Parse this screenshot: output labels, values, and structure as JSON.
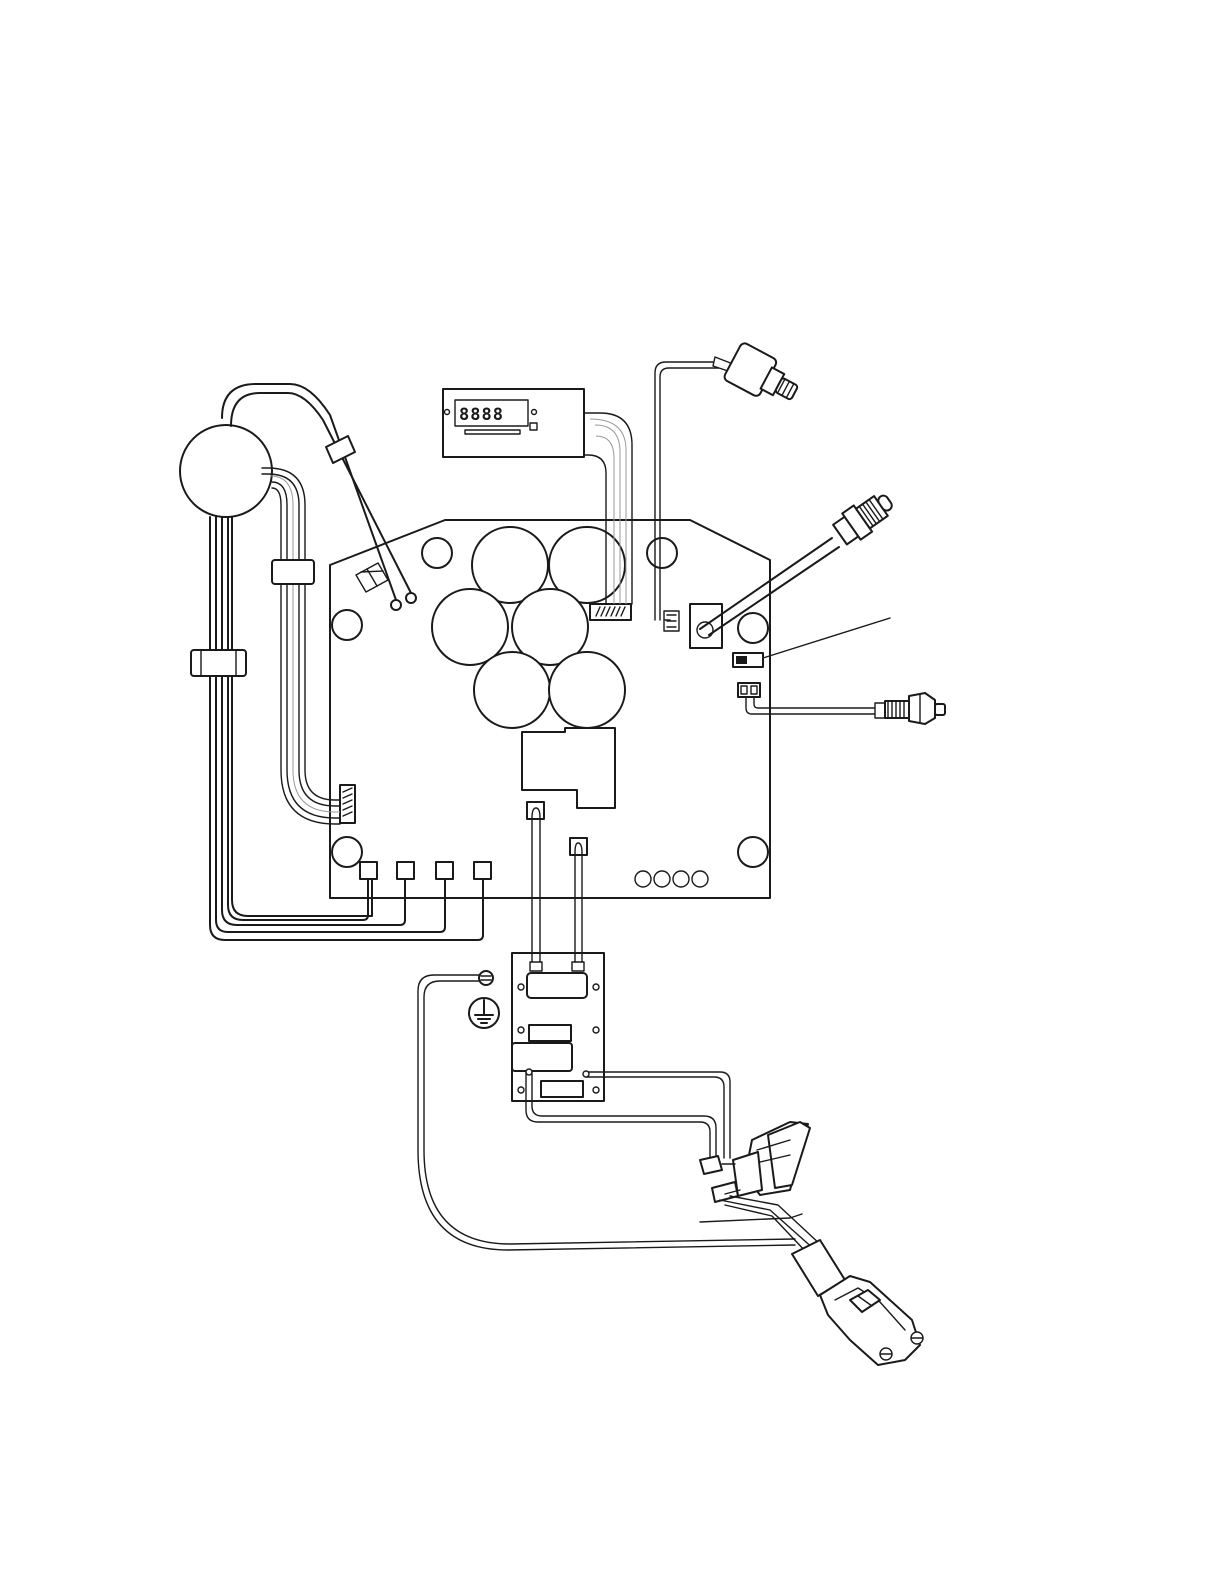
{
  "display": {
    "readout": "8888"
  },
  "colors": {
    "line": "#1a1a1a",
    "background": "#ffffff",
    "hatch": "#9a9a9a"
  },
  "icons": [
    "earth-ground-symbol",
    "seven-segment-display",
    "potentiometer",
    "temperature-probe",
    "mains-plug",
    "rocker-switch"
  ]
}
